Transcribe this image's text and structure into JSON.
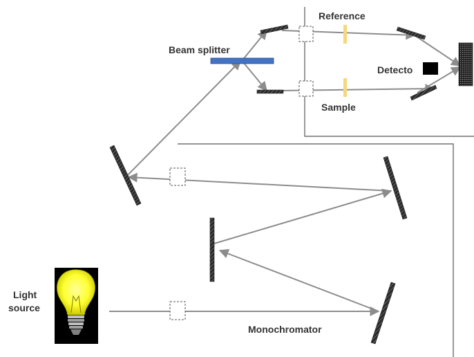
{
  "labels": {
    "reference": "Reference",
    "beam_splitter": "Beam splitter",
    "detector": "Detecto",
    "sample": "Sample",
    "light_source_line1": "Light",
    "light_source_line2": "source",
    "monochromator": "Monochromator"
  },
  "icons": {
    "light_source": "light-bulb-icon",
    "detector": "detector-icon"
  },
  "colors": {
    "beam": "#8c8c8c",
    "frame": "#555555",
    "beam_splitter": "#4472c4",
    "cell": "#f5d77c",
    "detector": "#000000",
    "bulb_glass": "#ffff33",
    "bulb_background": "#000000",
    "text": "#333333"
  }
}
